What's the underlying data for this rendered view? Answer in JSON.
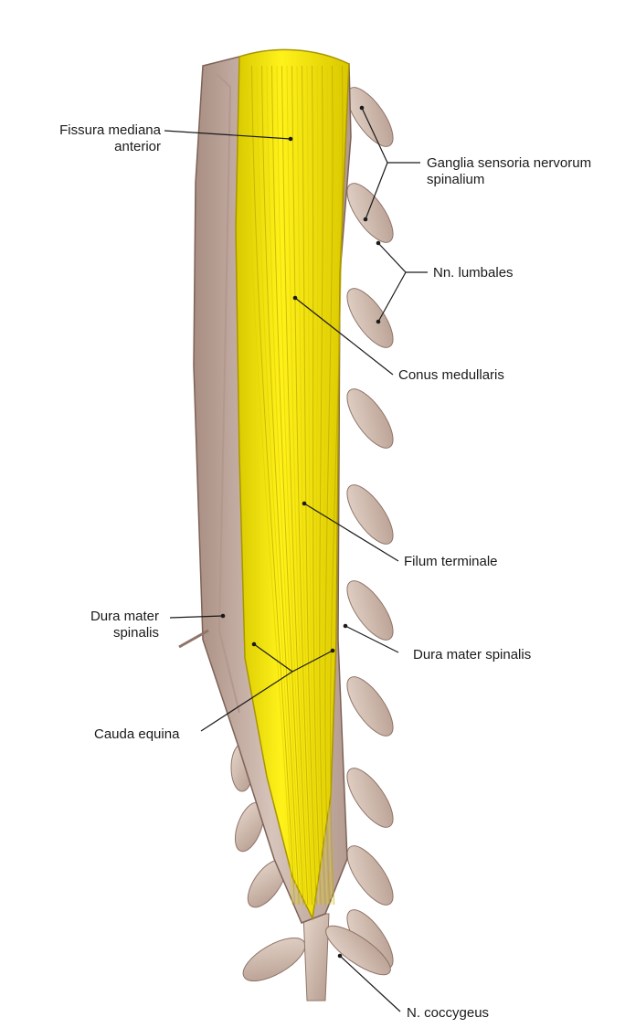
{
  "labels": {
    "fissura_line1": "Fissura mediana",
    "fissura_line2": "anterior",
    "ganglia_line1": "Ganglia sensoria nervorum",
    "ganglia_line2": "spinalium",
    "nn_lumbales": "Nn. lumbales",
    "conus": "Conus medullaris",
    "filum": "Filum terminale",
    "dura_left_line1": "Dura mater",
    "dura_left_line2": "spinalis",
    "dura_right": "Dura mater spinalis",
    "cauda": "Cauda equina",
    "coccygeus": "N. coccygeus"
  },
  "colors": {
    "nerve_yellow": "#f2e400",
    "nerve_shadow": "#c9b400",
    "dura": "#c8b2a6",
    "dura_dark": "#9b7f74",
    "root": "#d6c2b4",
    "leader": "#1a1a1a"
  }
}
